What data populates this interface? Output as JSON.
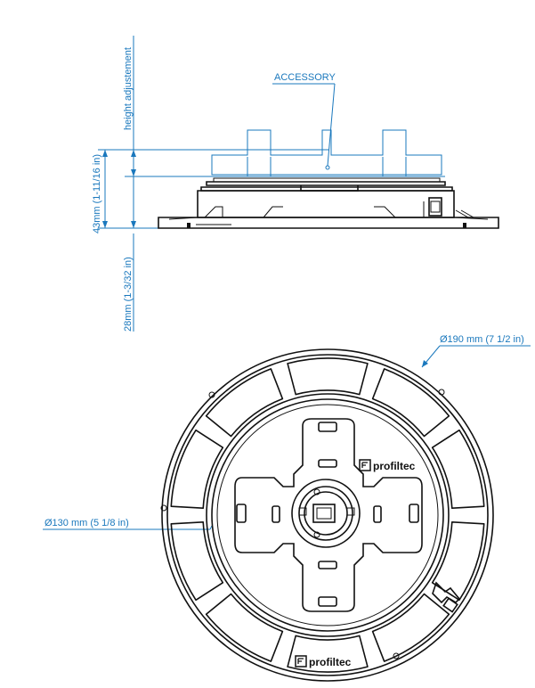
{
  "labels": {
    "height_adjustment": "height adjustement",
    "accessory": "ACCESSORY",
    "dim_43mm": "43mm (1-11/16 in)",
    "dim_28mm": "28mm (1-3/32 in)",
    "dim_190mm": "Ø190 mm (7 1/2 in)",
    "dim_130mm": "Ø130 mm (5 1/8 in)"
  },
  "brand": {
    "name": "profiltec"
  },
  "colors": {
    "dimension_blue": "#1a78bd",
    "ink": "#111111",
    "background": "#ffffff"
  }
}
